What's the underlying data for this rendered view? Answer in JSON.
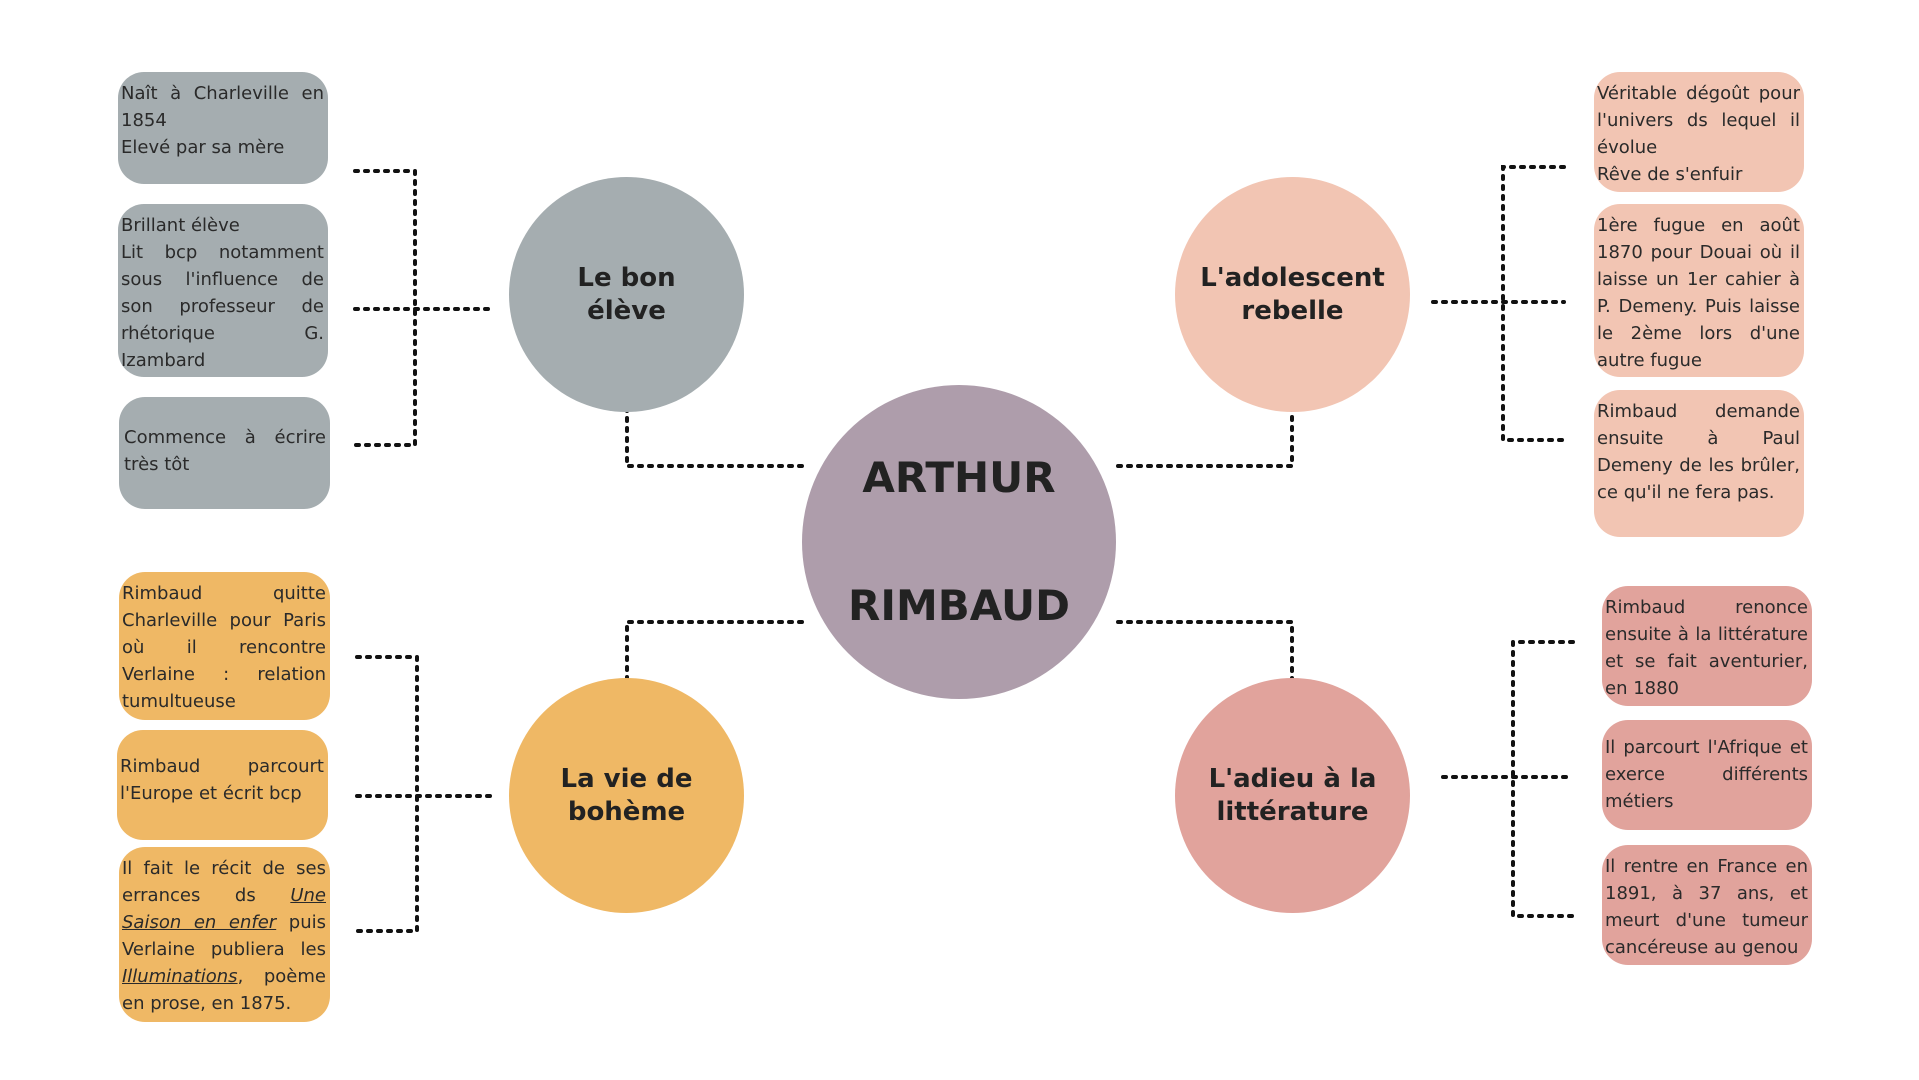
{
  "colors": {
    "center": "#ae9dab",
    "bon": "#a5adb0",
    "ado": "#f2c5b3",
    "boheme": "#efb865",
    "adieu": "#e1a39c",
    "wire": "#111111"
  },
  "center": {
    "line1": "ARTHUR",
    "line2": "RIMBAUD"
  },
  "bon": {
    "title": "Le bon\nélève",
    "box1": {
      "line1": "Naît à Charleville en 1854",
      "line2": "Elevé par sa mère"
    },
    "box2": {
      "line1": "Brillant élève",
      "line2": "Lit bcp notamment sous l'influence de son professeur de rhétorique G. Izambard"
    },
    "box3": {
      "text": "Commence à écrire très tôt"
    }
  },
  "ado": {
    "title": "L'adolescent\nrebelle",
    "box1": {
      "line1": "Véritable dégoût pour l'univers ds lequel il évolue",
      "line2": "Rêve de s'enfuir"
    },
    "box2": {
      "text": "1ère fugue en août 1870 pour Douai où il laisse un 1er cahier à P. Demeny. Puis laisse le 2ème lors d'une autre fugue"
    },
    "box3": {
      "text": "Rimbaud demande ensuite à Paul Demeny de les brûler, ce qu'il ne fera pas."
    }
  },
  "boheme": {
    "title": "La vie de\nbohème",
    "box1": {
      "text": "Rimbaud quitte Charleville pour Paris où il rencontre Verlaine : relation tumultueuse"
    },
    "box2": {
      "text": "Rimbaud parcourt l'Europe et écrit bcp"
    },
    "box3": {
      "part1": "Il fait le récit de ses errances ds ",
      "work1": "Une Saison en enfer",
      "part2": " puis Verlaine publiera les ",
      "work2": "Illuminations",
      "part3": ", poème en prose, en 1875."
    }
  },
  "adieu": {
    "title": "L'adieu à la\nlittérature",
    "box1": {
      "text": "Rimbaud renonce ensuite à la littérature et se fait aventurier, en 1880"
    },
    "box2": {
      "text": "Il parcourt l'Afrique et exerce différents métiers"
    },
    "box3": {
      "text": "Il rentre en France en 1891, à 37 ans, et meurt d'une tumeur cancéreuse au genou"
    }
  }
}
